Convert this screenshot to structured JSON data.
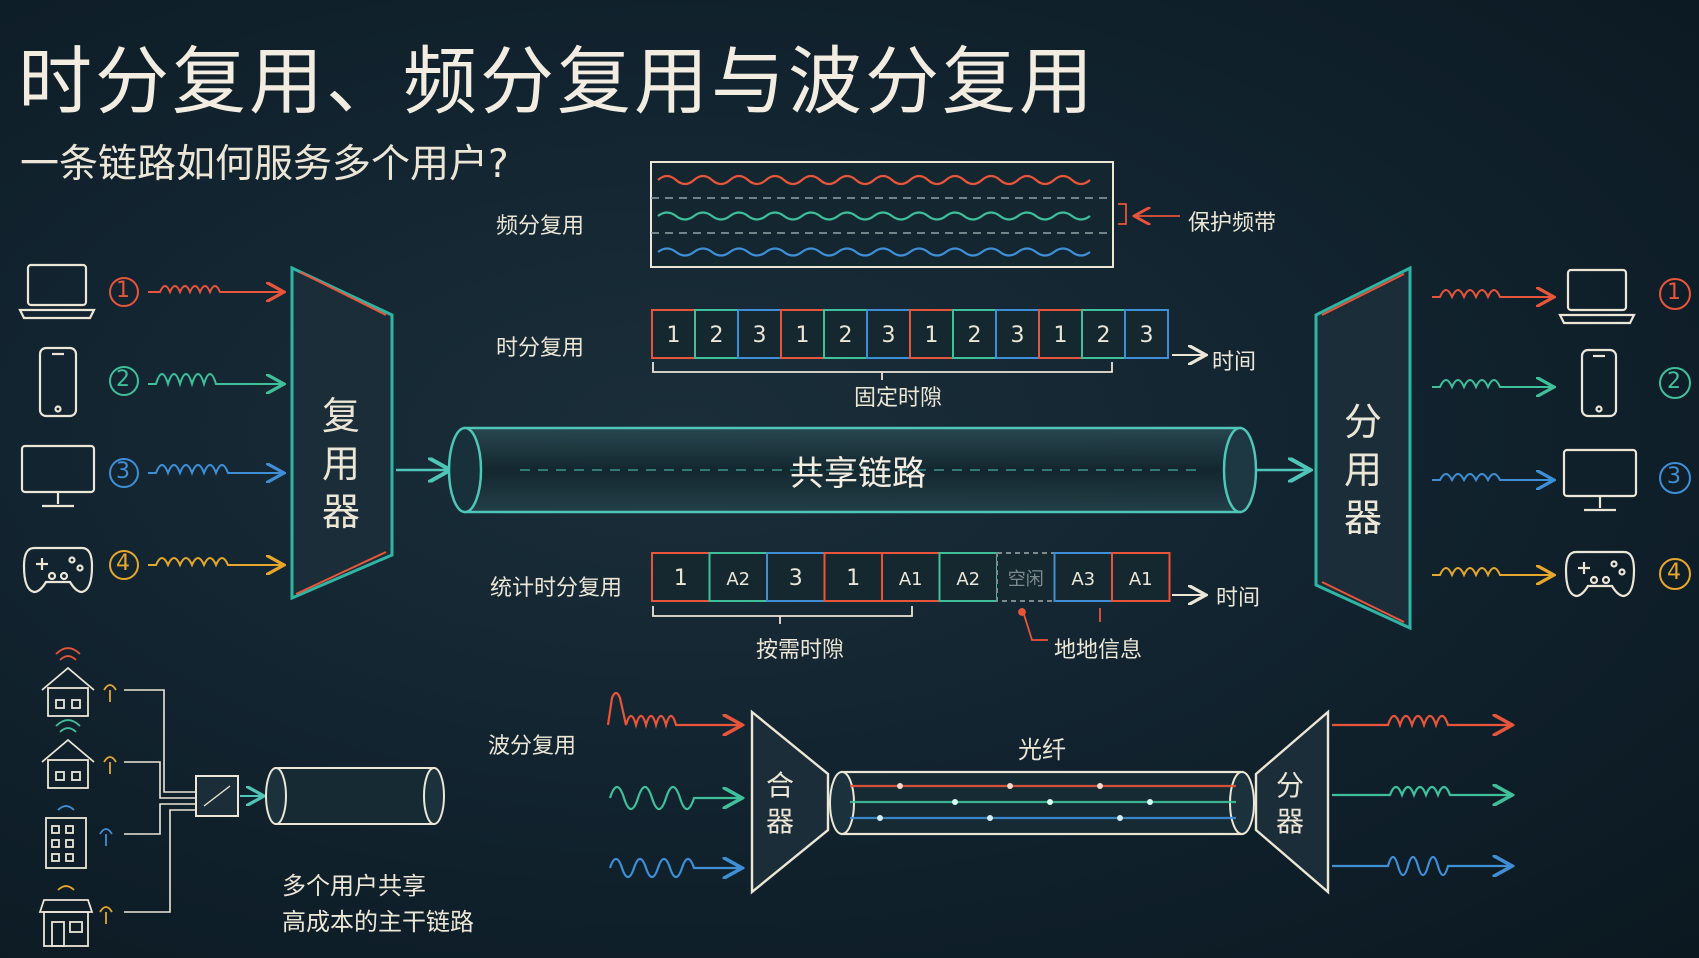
{
  "title": "时分复用、频分复用与波分复用",
  "subtitle": "一条链路如何服务多个用户?",
  "colors": {
    "user1": "#e8553a",
    "user2": "#3fc09a",
    "user3": "#3f8fd6",
    "user4": "#e6a82c",
    "chalk": "#ece6d6",
    "board": "#122430"
  },
  "input_devices": [
    {
      "icon": "laptop-icon",
      "number": "1"
    },
    {
      "icon": "phone-icon",
      "number": "2"
    },
    {
      "icon": "monitor-icon",
      "number": "3"
    },
    {
      "icon": "gamepad-icon",
      "number": "4"
    }
  ],
  "output_devices": [
    {
      "icon": "laptop-icon",
      "number": "1"
    },
    {
      "icon": "phone-icon",
      "number": "2"
    },
    {
      "icon": "monitor-icon",
      "number": "3"
    },
    {
      "icon": "gamepad-icon",
      "number": "4"
    }
  ],
  "mux_label": "复用器",
  "demux_label": "分用器",
  "shared_link_label": "共享链路",
  "fdm": {
    "label": "频分复用",
    "guard_band_label": "保护频带"
  },
  "tdm": {
    "label": "时分复用",
    "slots": [
      "1",
      "2",
      "3",
      "1",
      "2",
      "3",
      "1",
      "2",
      "3",
      "1",
      "2",
      "3"
    ],
    "time_label": "时间",
    "fixed_slot_label": "固定时隙"
  },
  "stdm": {
    "label": "统计时分复用",
    "slots": [
      "1",
      "A2",
      "3",
      "1",
      "A1",
      "A2",
      "空闲",
      "A3",
      "A1"
    ],
    "time_label": "时间",
    "on_demand_label": "按需时隙",
    "address_info_label": "地地信息"
  },
  "wdm": {
    "label": "波分复用",
    "combiner_label": "合器",
    "splitter_label": "分器",
    "fiber_label": "光纤"
  },
  "backbone": {
    "caption_line1": "多个用户共享",
    "caption_line2": "高成本的主干链路",
    "icons": [
      "house-icon",
      "house-icon",
      "office-building-icon",
      "shop-icon"
    ]
  }
}
